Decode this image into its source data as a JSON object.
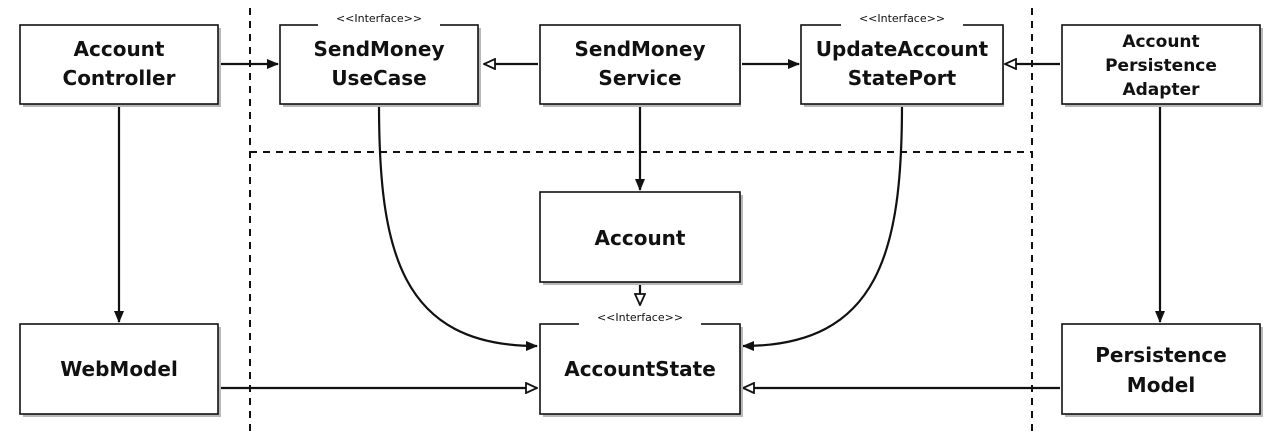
{
  "diagram": {
    "stereotype": "<<Interface>>",
    "nodes": {
      "account_controller": {
        "lines": [
          "Account",
          "Controller"
        ]
      },
      "send_money_use_case": {
        "lines": [
          "SendMoney",
          "UseCase"
        ],
        "stereotype": "<<Interface>>"
      },
      "send_money_service": {
        "lines": [
          "SendMoney",
          "Service"
        ]
      },
      "update_account_state_port": {
        "lines": [
          "UpdateAccount",
          "StatePort"
        ],
        "stereotype": "<<Interface>>"
      },
      "account_persistence_adapter": {
        "lines": [
          "Account",
          "Persistence",
          "Adapter"
        ]
      },
      "account": {
        "lines": [
          "Account"
        ]
      },
      "web_model": {
        "lines": [
          "WebModel"
        ]
      },
      "account_state": {
        "lines": [
          "AccountState"
        ],
        "stereotype": "<<Interface>>"
      },
      "persistence_model": {
        "lines": [
          "Persistence",
          "Model"
        ]
      }
    },
    "edges": [
      {
        "from": "account_controller",
        "to": "send_money_use_case",
        "kind": "dependency"
      },
      {
        "from": "send_money_service",
        "to": "send_money_use_case",
        "kind": "implementation"
      },
      {
        "from": "send_money_service",
        "to": "update_account_state_port",
        "kind": "dependency"
      },
      {
        "from": "account_persistence_adapter",
        "to": "update_account_state_port",
        "kind": "implementation"
      },
      {
        "from": "account_controller",
        "to": "web_model",
        "kind": "dependency"
      },
      {
        "from": "send_money_service",
        "to": "account",
        "kind": "dependency"
      },
      {
        "from": "account_persistence_adapter",
        "to": "persistence_model",
        "kind": "dependency"
      },
      {
        "from": "send_money_use_case",
        "to": "account_state",
        "kind": "dependency"
      },
      {
        "from": "update_account_state_port",
        "to": "account_state",
        "kind": "dependency"
      },
      {
        "from": "account",
        "to": "account_state",
        "kind": "implementation"
      },
      {
        "from": "web_model",
        "to": "account_state",
        "kind": "implementation"
      },
      {
        "from": "persistence_model",
        "to": "account_state",
        "kind": "implementation"
      }
    ],
    "colors": {
      "stroke": "#111111",
      "fill": "#ffffff",
      "shadow": "#b8b8b8"
    }
  }
}
